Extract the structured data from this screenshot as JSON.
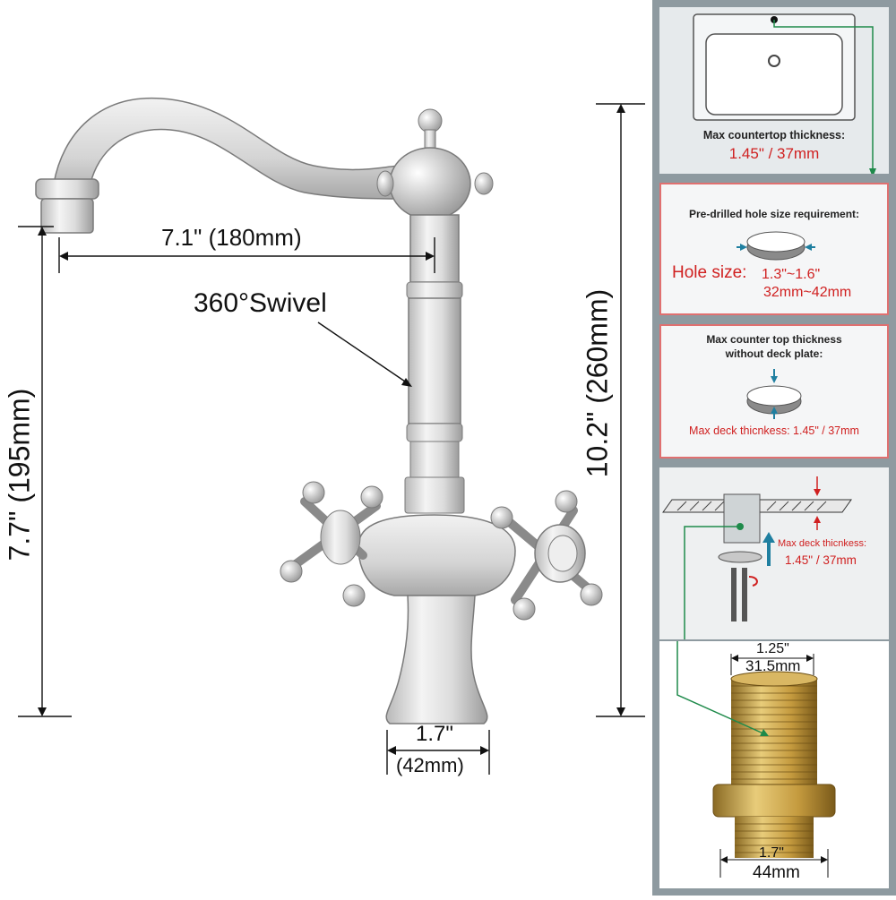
{
  "faucet": {
    "spout_reach": "7.1\" (180mm)",
    "swivel_label": "360°Swivel",
    "spout_height": "7.7\" (195mm)",
    "total_height": "10.2\" (260mm)",
    "base_width_in": "1.7\"",
    "base_width_mm": "(42mm)"
  },
  "panel1": {
    "title": "Max countertop thickness:",
    "value": "1.45\" / 37mm"
  },
  "panel2": {
    "title": "Pre-drilled hole size requirement:",
    "hole_label": "Hole size:",
    "hole_in": "1.3\"~1.6\"",
    "hole_mm": "32mm~42mm"
  },
  "panel3": {
    "title_line1": "Max counter top thickness",
    "title_line2": "without deck plate:",
    "value": "Max deck thicnkess: 1.45\" / 37mm"
  },
  "panel4": {
    "label": "Max deck thicnkess:",
    "value": "1.45\" / 37mm"
  },
  "panel5": {
    "top_in": "1.25\"",
    "top_mm": "31.5mm",
    "bottom_in": "1.7\"",
    "bottom_mm": "44mm"
  },
  "colors": {
    "accent_red": "#d02020",
    "arrow_green": "#1e8a4a",
    "arrow_blue": "#1f7fa0",
    "brass": "#c9a54a"
  }
}
